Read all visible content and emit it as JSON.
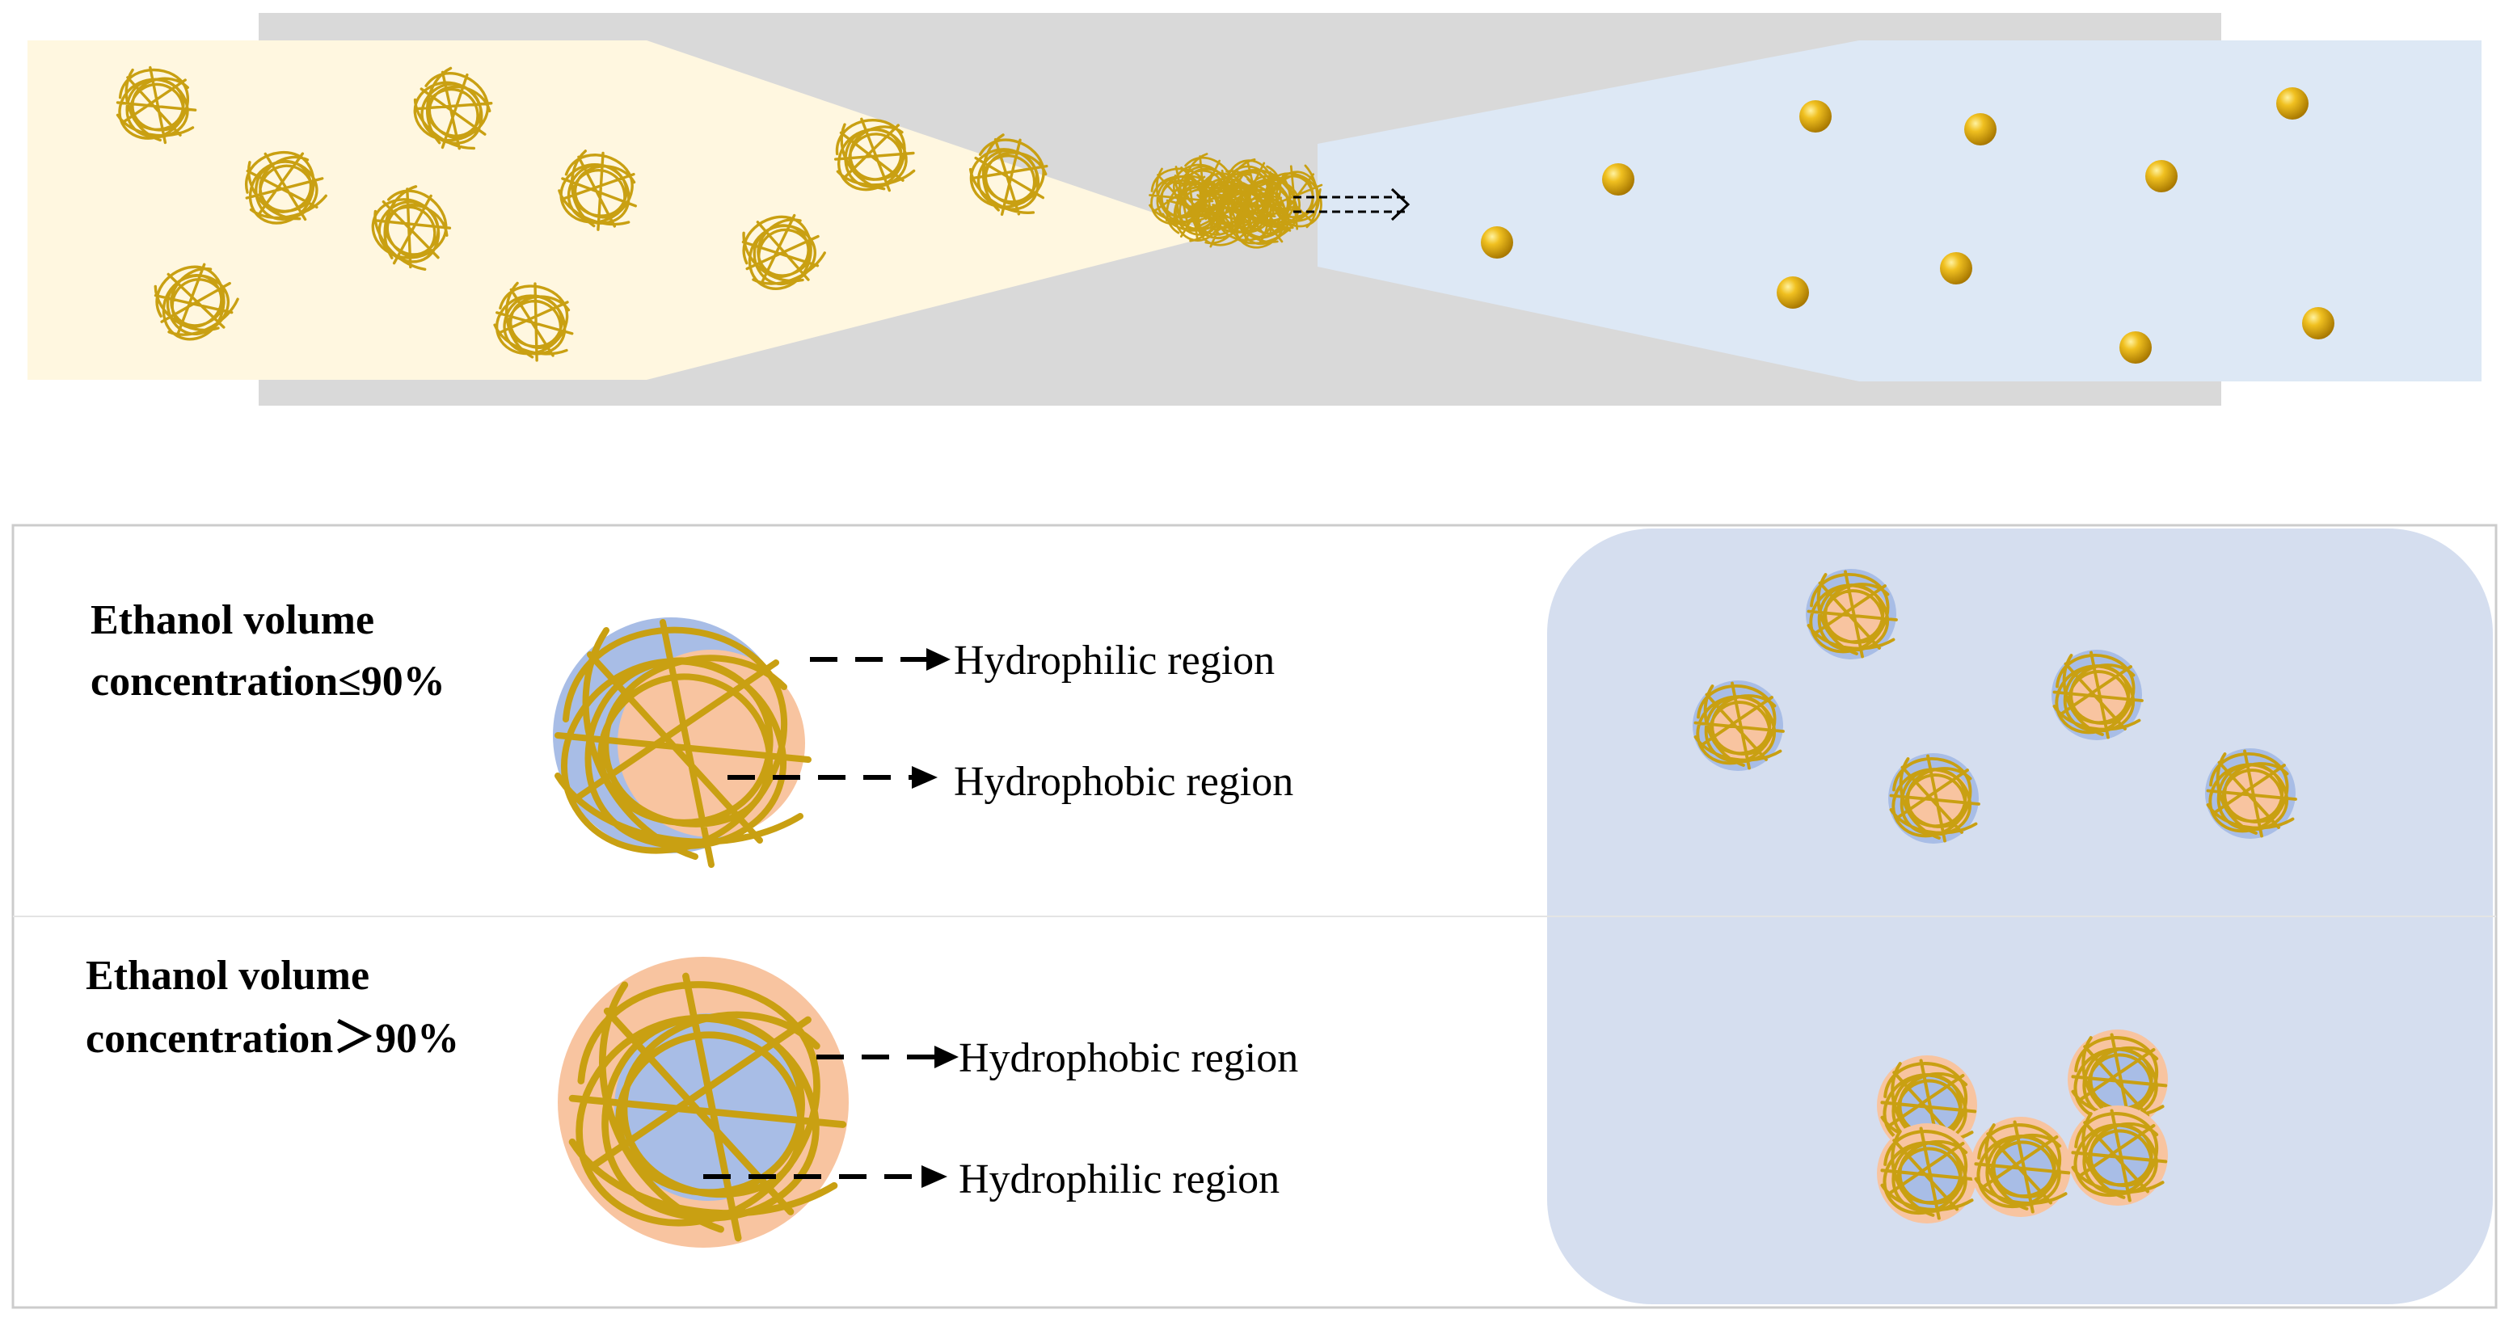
{
  "colors": {
    "channel_gray": "#d9d9d9",
    "ethanol_fluid": "#fff7e0",
    "water_fluid": "#dde8f5",
    "chain_gold": "#c9a012",
    "hydrophilic_blue": "#a8bde6",
    "hydrophobic_peach": "#f8c4a0",
    "panel_border": "#cccccc",
    "panel_blue": "#d5deef",
    "arrow_black": "#000000"
  },
  "icons": {
    "chain": "coiled-polymer-chain-icon",
    "sphere": "gold-nanoparticle-sphere-icon"
  },
  "conditions": [
    {
      "heading_line1": "Ethanol volume",
      "heading_line2": "concentration≤90%",
      "outer_region": "Hydrophilic region",
      "inner_region": "Hydrophobic region"
    },
    {
      "heading_line1": "Ethanol volume",
      "heading_line2": "concentration＞90%",
      "outer_region": "Hydrophobic region",
      "inner_region": "Hydrophilic region"
    }
  ]
}
